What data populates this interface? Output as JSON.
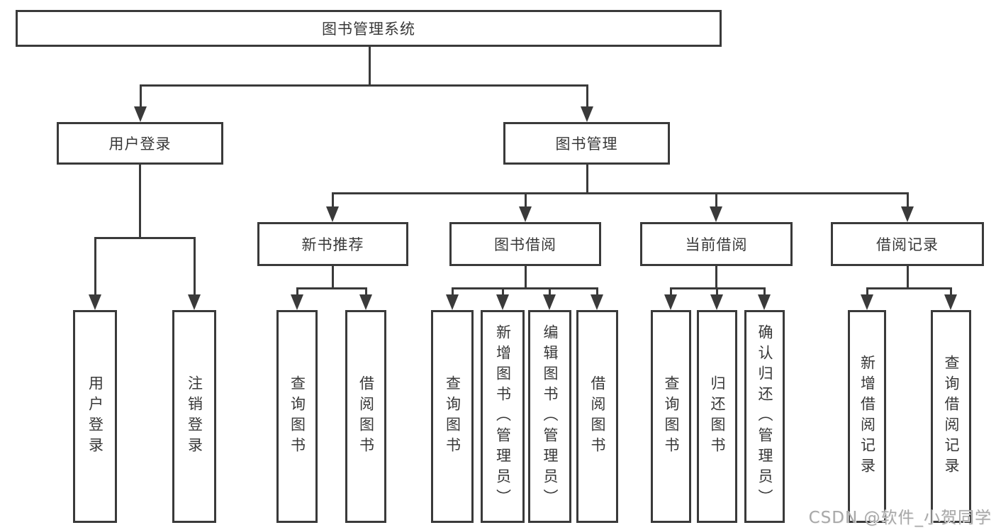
{
  "tree": {
    "root": {
      "label": "图书管理系统"
    },
    "user_login": {
      "label": "用户登录",
      "children": [
        {
          "label": "用户登录"
        },
        {
          "label": "注销登录"
        }
      ]
    },
    "book_mgmt": {
      "label": "图书管理",
      "children": [
        {
          "label": "新书推荐",
          "children": [
            {
              "label": "查询图书"
            },
            {
              "label": "借阅图书"
            }
          ]
        },
        {
          "label": "图书借阅",
          "children": [
            {
              "label": "查询图书"
            },
            {
              "label": "新增图书（管理员）"
            },
            {
              "label": "编辑图书（管理员）"
            },
            {
              "label": "借阅图书"
            }
          ]
        },
        {
          "label": "当前借阅",
          "children": [
            {
              "label": "查询图书"
            },
            {
              "label": "归还图书"
            },
            {
              "label": "确认归还（管理员）"
            }
          ]
        },
        {
          "label": "借阅记录",
          "children": [
            {
              "label": "新增借阅记录"
            },
            {
              "label": "查询借阅记录"
            }
          ]
        }
      ]
    }
  },
  "watermark": {
    "text": "CSDN @软件_小贺同学"
  },
  "colors": {
    "line": "#3a3a3a",
    "box_border": "#3a3a3a",
    "text": "#383838",
    "background": "#ffffff",
    "watermark": "#a8a8a8"
  }
}
